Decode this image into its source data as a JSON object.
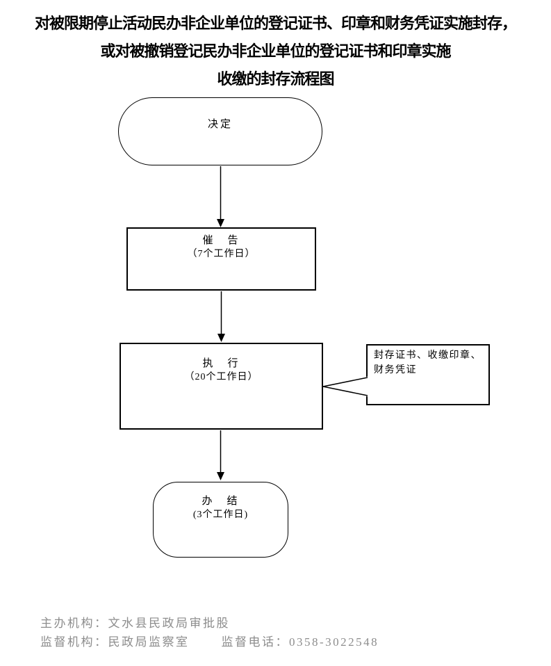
{
  "title": {
    "lines": [
      "对被限期停止活动民办非企业单位的登记证书、印章和财务凭证实施封存，",
      "或对被撤销登记民办非企业单位的登记证书和印章实施",
      "收缴的封存流程图"
    ]
  },
  "flowchart": {
    "nodes": [
      {
        "id": "decision",
        "shape": "stadium",
        "label": "决定",
        "sublabel": ""
      },
      {
        "id": "urge",
        "shape": "rect",
        "label": "催　告",
        "sublabel": "（7个工作日）"
      },
      {
        "id": "execute",
        "shape": "rect",
        "label": "执　行",
        "sublabel": "（20个工作日）"
      },
      {
        "id": "conclude",
        "shape": "rounded",
        "label": "办　结",
        "sublabel": "(3个工作日)"
      }
    ],
    "callout": {
      "line1": "封存证书、收缴印章、",
      "line2": "财务凭证"
    }
  },
  "footer": {
    "host_org": "主办机构：文水县民政局审批股",
    "supervise_org": "监督机构：民政局监察室",
    "supervise_phone": "监督电话：0358-3022548"
  },
  "colors": {
    "line": "#000000",
    "text": "#000000",
    "footer_text": "#8d8d8d",
    "background": "#ffffff"
  }
}
